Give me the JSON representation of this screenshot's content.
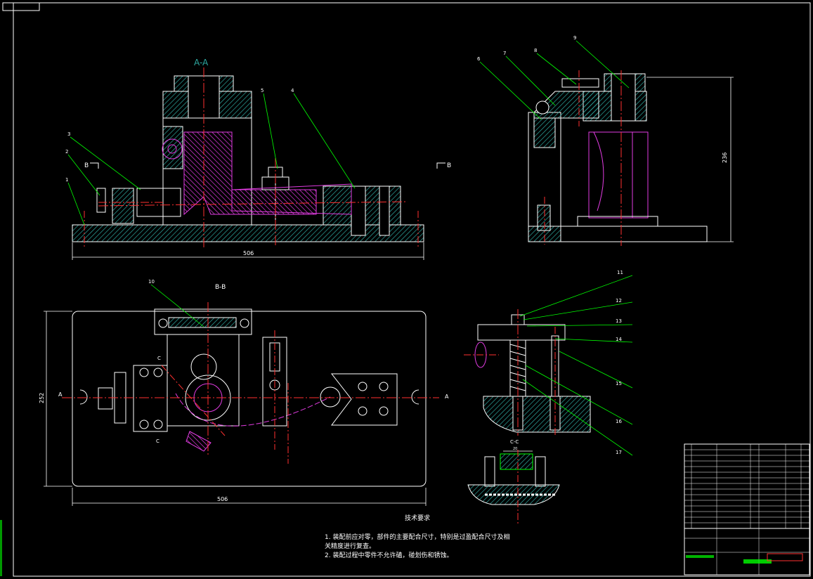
{
  "views": {
    "section_aa": "A-A",
    "section_bb": "B-B",
    "section_cc": "C-C",
    "mark_a": "A",
    "mark_b": "B",
    "mark_c": "C"
  },
  "dimensions": {
    "front_width": "506",
    "plan_width": "506",
    "plan_height": "252",
    "side_height": "236",
    "detail_cc_width": "20"
  },
  "balloons": [
    "1",
    "2",
    "3",
    "4",
    "5",
    "6",
    "7",
    "8",
    "9",
    "10",
    "11",
    "12",
    "13",
    "14",
    "15",
    "16",
    "17"
  ],
  "tech_requirements": {
    "title": "技术要求",
    "line1": "1. 装配前应对零，部件的主要配合尺寸，特别是过盈配合尺寸及相",
    "line2": "关精度进行复查。",
    "line3": "2. 装配过程中零件不允许磕，碰划伤和锈蚀。"
  },
  "colors": {
    "outline": "#ffffff",
    "section_fill": "#2ea8a0",
    "hatch": "#2ea8a0",
    "centerline": "#ff3030",
    "leader": "#00ff00",
    "highlight_part": "#e23ce2",
    "title_green": "#00ff00",
    "title_red": "#ff3030"
  }
}
